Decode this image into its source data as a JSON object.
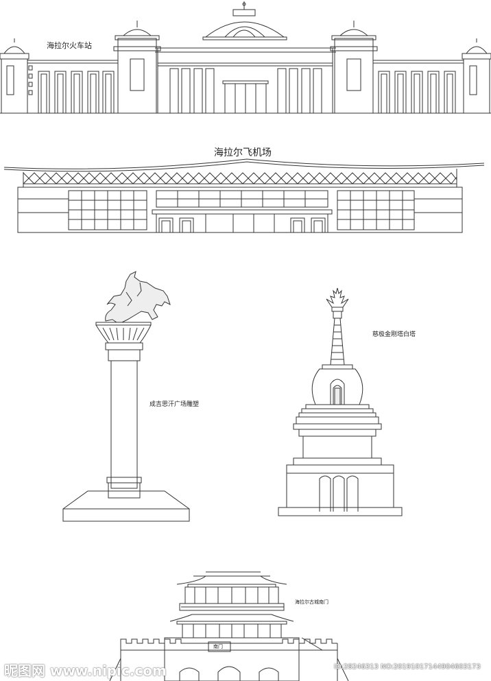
{
  "labels": {
    "station": "海拉尔火车站",
    "airport": "海拉尔飞机场",
    "statue": "成吉思汗广场雕塑",
    "stupa": "慈极金刚塔白塔",
    "gate": "海拉尔古城南门",
    "gate_plaque": "南门"
  },
  "watermark": {
    "left": "昵图网 www.nipic.com",
    "right": "ID:28246313 NO:20191017144904603173"
  },
  "colors": {
    "line": "#333333",
    "background": "#ffffff",
    "watermark": "#ffffff"
  }
}
